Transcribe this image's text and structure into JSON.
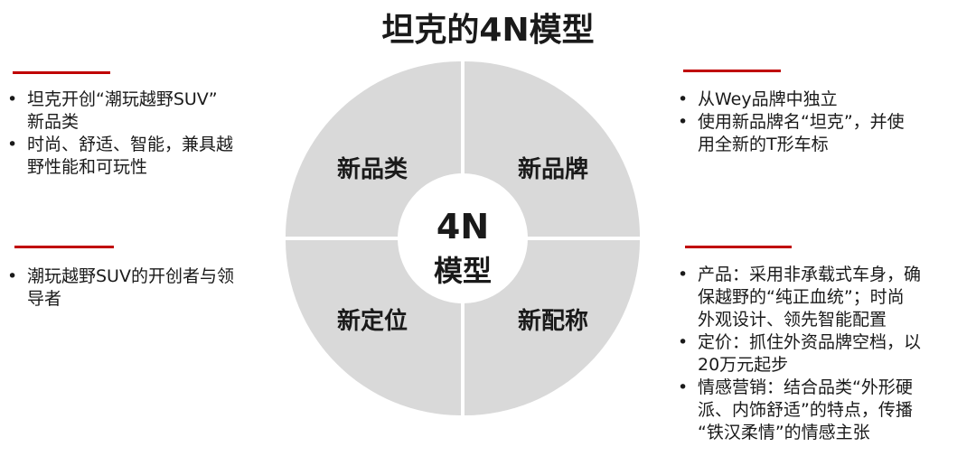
{
  "title": "坦克的4N模型",
  "colors": {
    "accent": "#c00000",
    "quadrant": "#d9d9d9",
    "center": "#ffffff"
  },
  "diagram": {
    "quadrants": {
      "top_left": "新品类",
      "top_right": "新品牌",
      "bottom_left": "新定位",
      "bottom_right": "新配称"
    },
    "center": {
      "line1": "4N",
      "line2": "模型"
    }
  },
  "panels": {
    "top_left": {
      "items": [
        [
          "坦克开创“潮玩越野SUV”",
          "新品类"
        ],
        [
          "时尚、舒适、智能，兼具越",
          "野性能和可玩性"
        ]
      ]
    },
    "top_right": {
      "items": [
        [
          "从Wey品牌中独立"
        ],
        [
          "使用新品牌名“坦克”，并使",
          "用全新的T形车标"
        ]
      ]
    },
    "bottom_left": {
      "items": [
        [
          "潮玩越野SUV的开创者与领",
          "导者"
        ]
      ]
    },
    "bottom_right": {
      "items": [
        [
          "产品：采用非承载式车身，确",
          "保越野的“纯正血统”；时尚",
          "外观设计、领先智能配置"
        ],
        [
          "定价：抓住外资品牌空档，以",
          "20万元起步"
        ],
        [
          "情感营销：结合品类“外形硬",
          "派、内饰舒适”的特点，传播",
          "“铁汉柔情”的情感主张"
        ]
      ]
    }
  }
}
